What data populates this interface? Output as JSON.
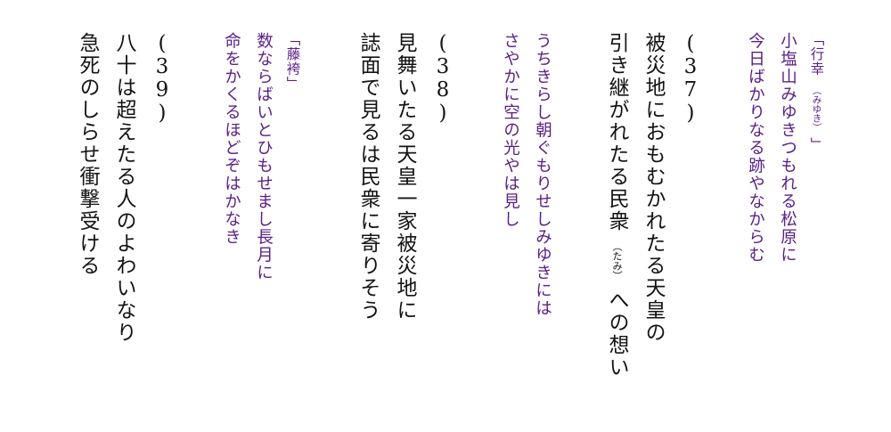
{
  "sections": [
    {
      "poem_title": "「行幸",
      "poem_title_ruby": "（みゆき）",
      "poem_title_close": "」",
      "poem_line1": "小塩山みゆきつもれる松原に",
      "poem_line2": "今日ばかりなる跡やなからむ"
    },
    {
      "number": "(37)",
      "body_line1": "被災地におもむかれたる天皇の",
      "body_line2_a": "引き継がれたる民衆",
      "body_line2_ruby": "（たみ）",
      "body_line2_b": "への想い",
      "poem_line1": "うちきらし朝ぐもりせしみゆきには",
      "poem_line2": "さやかに空の光やは見し"
    },
    {
      "number": "(38)",
      "body_line1": "見舞いたる天皇一家被災地に",
      "body_line2": "誌面で見るは民衆に寄りそう",
      "poem_title": "「藤袴」",
      "poem_line1": "数ならばいとひもせまし長月に",
      "poem_line2": "命をかくるほどぞはかなき"
    },
    {
      "number": "(39)",
      "body_line1": "八十は超えたる人のよわいなり",
      "body_line2": "急死のしらせ衝撃受ける"
    }
  ],
  "colors": {
    "body": "#141414",
    "poem": "#5a1f87",
    "background": "#ffffff"
  }
}
